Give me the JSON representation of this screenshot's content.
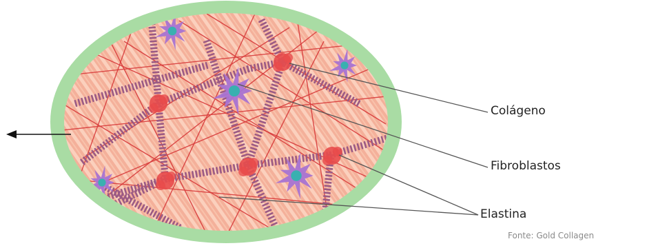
{
  "labels": {
    "collagen": "Colágeno",
    "fibroblasts": "Fibroblastos",
    "elastin": "Elastina"
  },
  "source": "Fonte: Gold Collagen",
  "colors": {
    "rim": "#a9dca4",
    "tissue": "#f4b09a",
    "tissue_light": "#fbd9c8",
    "elastin_fiber": "#d83a3a",
    "collagen_fiber": "#9b5a84",
    "collagen_joint": "#e84b4b",
    "fibroblast": "#a873d2",
    "fibroblast_nucleus": "#39b0b0",
    "leader": "#555555",
    "arrow": "#111111"
  }
}
